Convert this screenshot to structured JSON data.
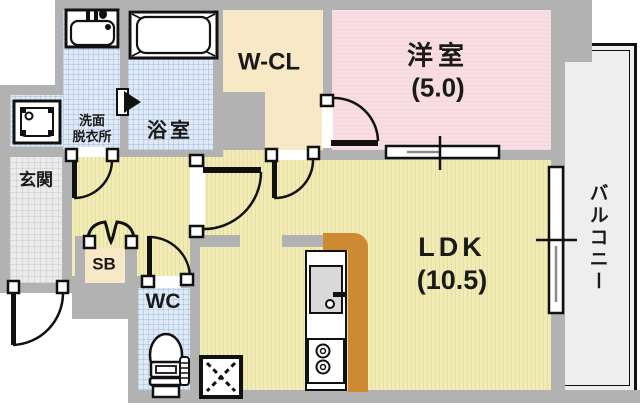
{
  "floorplan": {
    "title": "apartment-floor-plan",
    "rooms": {
      "washroom": {
        "line1": "洗面",
        "line2": "脱衣所"
      },
      "bathroom": {
        "label": "浴室"
      },
      "walk_in_closet": {
        "label": "W-CL"
      },
      "western_room": {
        "label": "洋室",
        "size": "(5.0)"
      },
      "ldk": {
        "label": "LDK",
        "size": "(10.5)"
      },
      "entrance": {
        "label": "玄関"
      },
      "toilet_room": {
        "label": "WC"
      },
      "shoe_box": {
        "label": "SB"
      },
      "balcony": {
        "label": "バルコニー"
      }
    },
    "colors": {
      "wall": "#b2b2b2",
      "wet_area_floor": "#dfeaf6",
      "wood_floor": "#f1ecb4",
      "western_room_floor": "#f8dee3",
      "closet_floor": "#f7e8c6",
      "entrance_floor": "#ebebeb",
      "balcony_floor": "#eeeeee",
      "kitchen_counter": "#cd8a33"
    },
    "fixtures": [
      "bathtub",
      "vanity-sink",
      "washing-machine-pan",
      "toilet",
      "kitchen-sink",
      "gas-stove",
      "refrigerator-space",
      "shoe-box-double-doors",
      "entrance-door",
      "room-sliding-door",
      "balcony-window"
    ]
  }
}
